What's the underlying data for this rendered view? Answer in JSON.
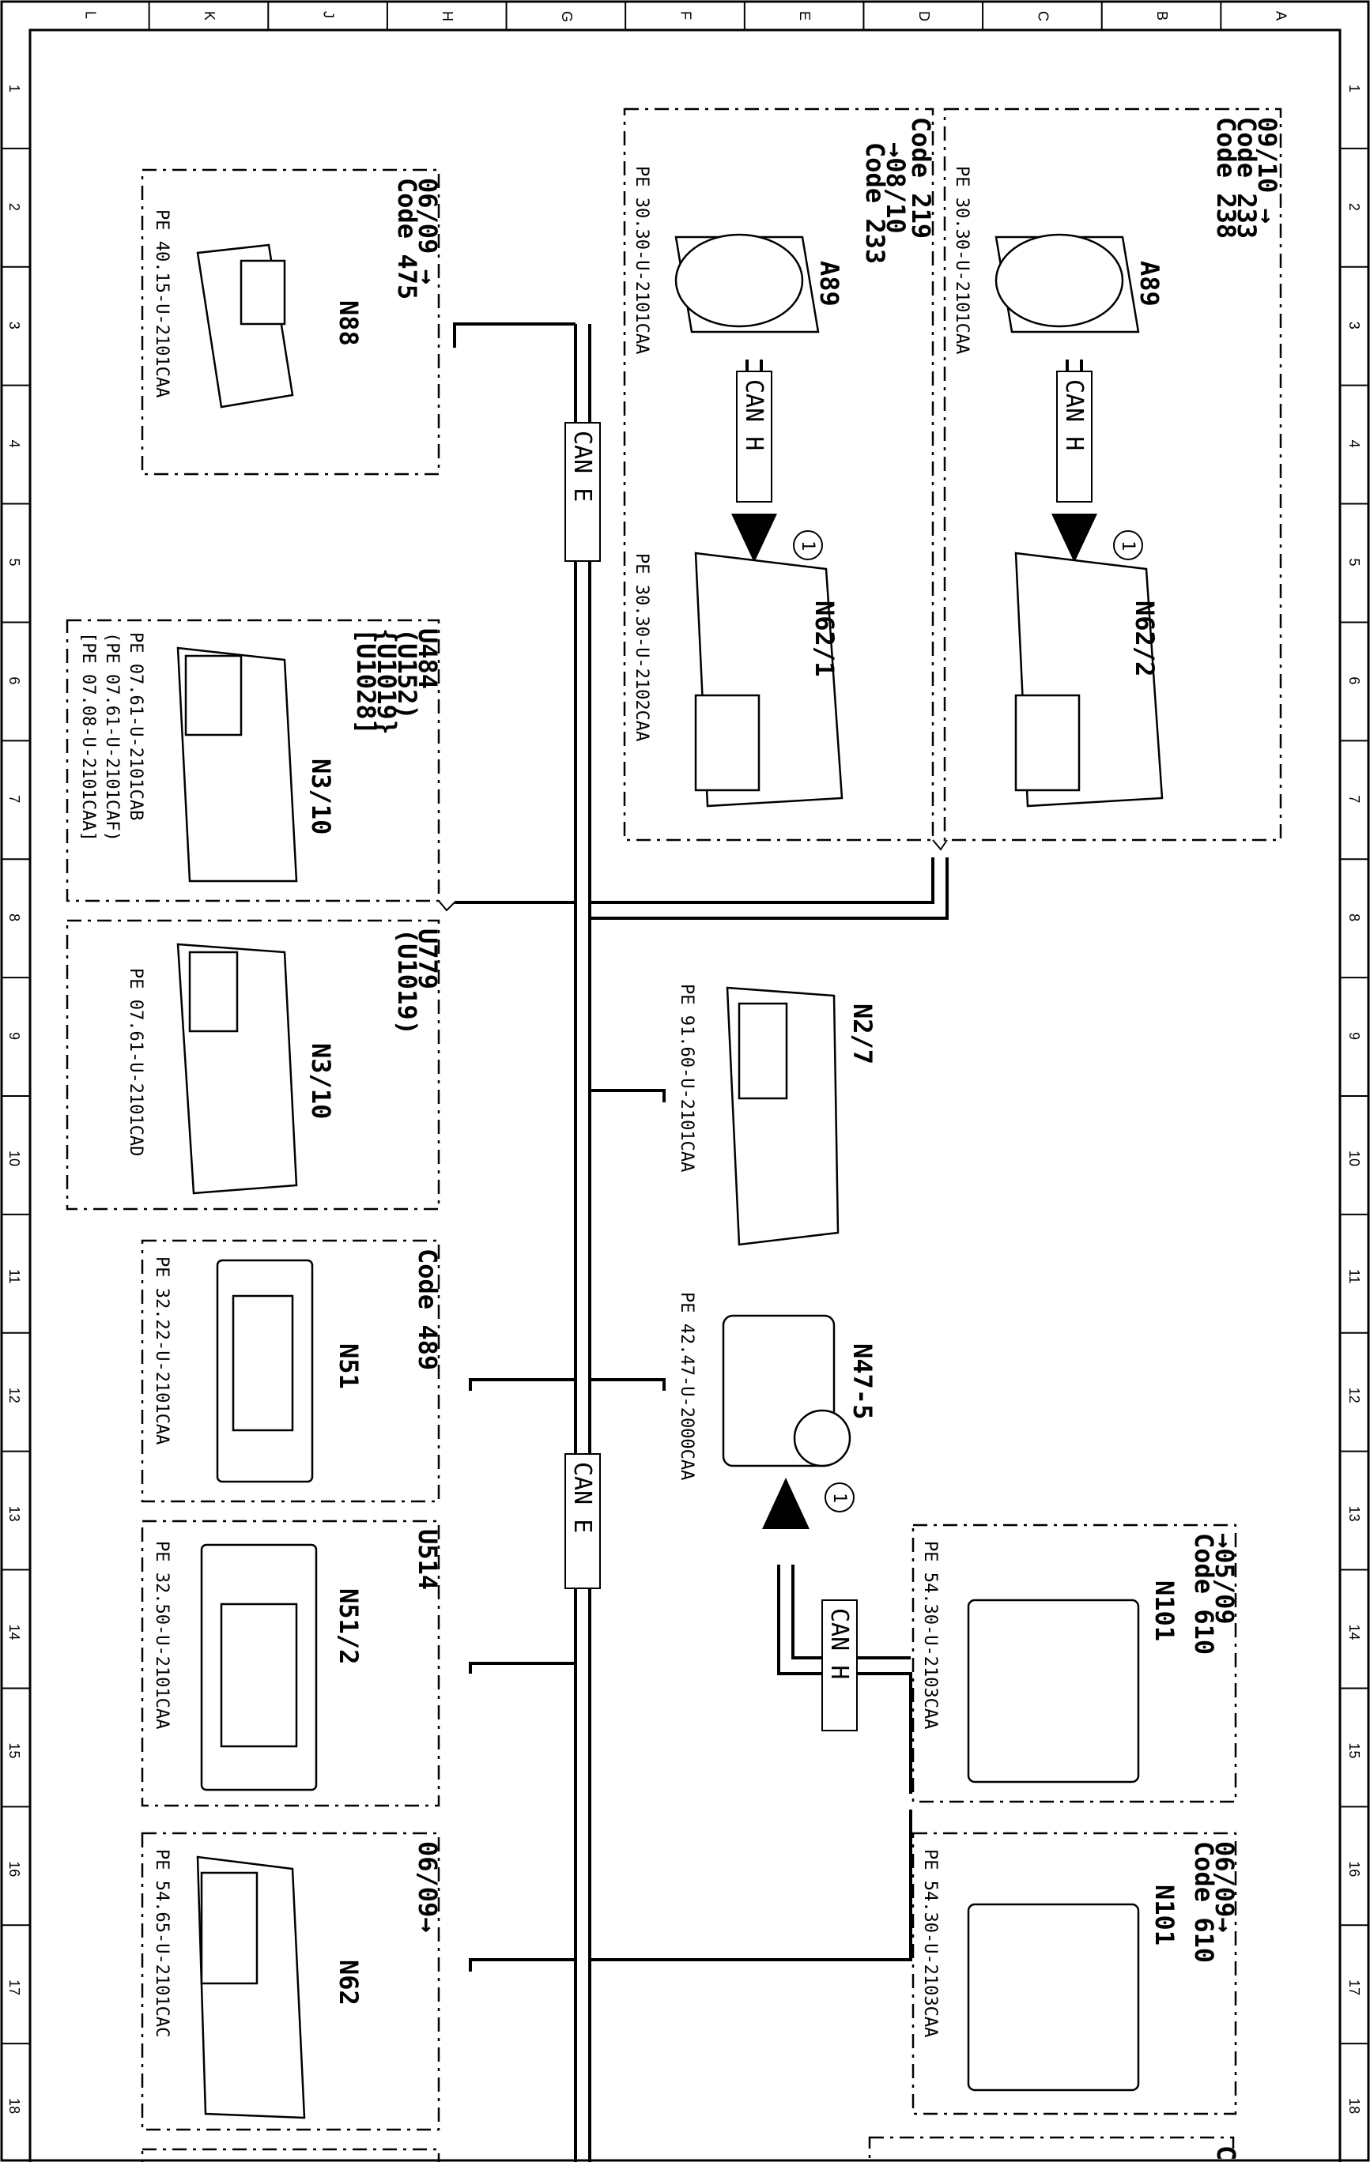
{
  "title": "",
  "grid": {
    "columns": [
      "L",
      "K",
      "J",
      "H",
      "G",
      "F",
      "E",
      "D",
      "C",
      "B",
      "A"
    ],
    "rows": [
      "1",
      "2",
      "3",
      "4",
      "5",
      "6",
      "7",
      "8",
      "9",
      "10",
      "11",
      "12",
      "13",
      "14",
      "15",
      "16",
      "17",
      "18"
    ]
  },
  "bus": {
    "can_e_label": "CAN E",
    "can_h_label": "CAN H"
  },
  "callout": "1",
  "components": {
    "a89_top": {
      "id": "A89",
      "ref": "PE 30.30-U-2101CAA"
    },
    "n62_2": {
      "id": "N62/2"
    },
    "a89_bottom": {
      "id": "A89",
      "ref": "PE 30.30-U-2101CAA"
    },
    "n62_1": {
      "id": "N62/1",
      "ref": "PE 30.30-U-2102CAA"
    },
    "n2_7": {
      "id": "N2/7",
      "ref": "PE 91.60-U-2101CAA"
    },
    "n47_5": {
      "id": "N47-5",
      "ref": "PE 42.47-U-2000CAA"
    },
    "n101_a": {
      "id": "N101",
      "ref": "PE 54.30-U-2103CAA"
    },
    "n101_b": {
      "id": "N101",
      "ref": "PE 54.30-U-2103CAA"
    },
    "n88": {
      "id": "N88",
      "ref": "PE 40.15-U-2101CAA"
    },
    "n3_10_a": {
      "id": "N3/10",
      "ref1": "PE 07.61-U-2101CAB",
      "ref2": "(PE 07.61-U-2101CAF)",
      "ref3": "[PE 07.08-U-2101CAA]"
    },
    "n3_10_b": {
      "id": "N3/10",
      "ref": "PE 07.61-U-2101CAD"
    },
    "n51": {
      "id": "N51",
      "ref": "PE 32.22-U-2101CAA"
    },
    "n51_2": {
      "id": "N51/2",
      "ref": "PE 32.50-U-2101CAA"
    },
    "n62": {
      "id": "N62",
      "ref": "PE 54.65-U-2101CAC"
    }
  },
  "codes": {
    "box1_line1": "09/10 →",
    "box1_line2": "Code 233",
    "box1_line3": "Code 238",
    "box2_line1": "Code 219",
    "box2_line2": "→08/10",
    "box2_line3": "Code 233",
    "box3_line1": "→05/09",
    "box3_line2": "Code 610",
    "box4_line1": "06/09→",
    "box4_line2": "Code 610",
    "box5_line1": "06/09 →",
    "box5_line2": "Code 475",
    "box6_line1": "U484",
    "box6_line2": "(U152)",
    "box6_line3": "{U1019}",
    "box6_line4": "[U1028]",
    "box7_line1": "U779",
    "box7_line2": "(U1019)",
    "box8_line1": "Code 489",
    "box9_line1": "U514",
    "box10_line1": "06/09→"
  },
  "partial_bottom": "C C C"
}
